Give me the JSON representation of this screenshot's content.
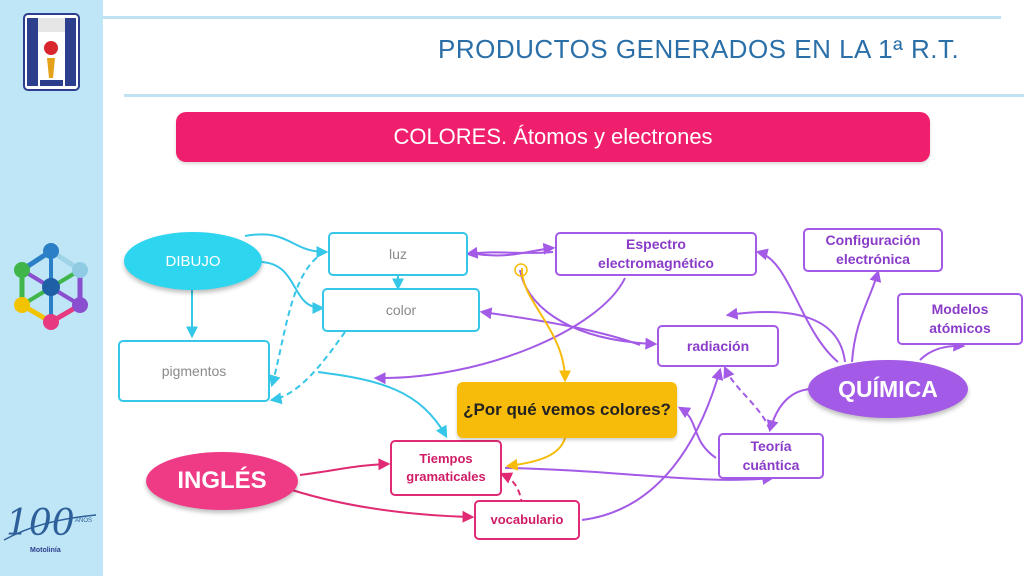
{
  "slide": {
    "title": "PRODUCTOS GENERADOS EN LA 1ª R.T.",
    "banner": "COLORES. Átomos y electrones",
    "anniversary_logo": {
      "number": "100",
      "word": "AÑOS",
      "name": "Motolinía"
    }
  },
  "map": {
    "question": "¿Por  qué vemos colores?",
    "subjects": {
      "dibujo": "DIBUJO",
      "ingles": "INGLÉS",
      "quimica": "QUÍMICA"
    },
    "nodes": {
      "luz": "luz",
      "color": "color",
      "pigmentos": "pigmentos",
      "espectro": "Espectro electromagnético",
      "configuracion": "Configuración electrónica",
      "modelos": "Modelos atómicos",
      "radiacion": "radiación",
      "teoria": "Teoría cuántica",
      "tiempos": "Tiempos gramaticales",
      "vocabulario": "vocabulario"
    }
  },
  "colors": {
    "title_blue": "#2a6fa8",
    "banner_pink": "#ef1f6e",
    "cyan": "#35c6e8",
    "purple": "#a35ae6",
    "pink": "#e02a73",
    "gold": "#f7bb09",
    "sidebar": "#bfe6f6"
  }
}
